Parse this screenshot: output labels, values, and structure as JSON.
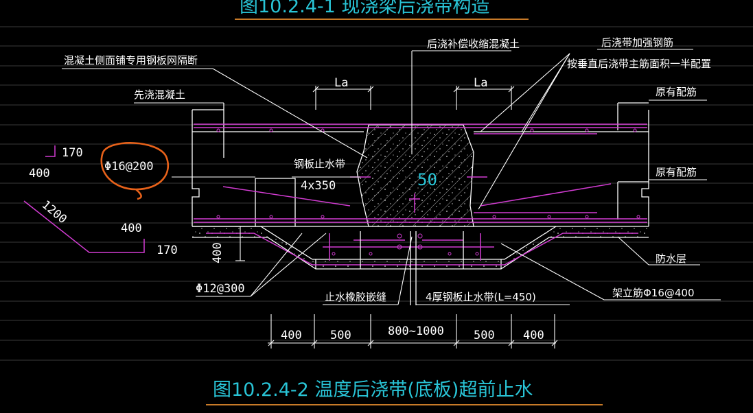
{
  "header": {
    "top_title_fragment": "图10.2.4-1 现浇梁后浇带构造",
    "bottom_title": "图10.2.4-2 温度后浇带(底板)超前止水"
  },
  "labels": {
    "shrinkage_concrete": "后浇补偿收缩混凝土",
    "reinforcing_bars": "后浇带加强钢筋",
    "reinforcing_bars_note": "按垂直后浇带主筋面积一半配置",
    "mesh_partition": "混凝土侧面铺专用钢板网隔断",
    "first_pour_concrete": "先浇混凝土",
    "original_rebar_top": "原有配筋",
    "original_rebar_mid": "原有配筋",
    "steel_waterstop": "钢板止水带",
    "steel_waterstop_size": "4x350",
    "center_number": "50",
    "la_left": "La",
    "la_right": "La",
    "rebar_annotation": "Φ16@200",
    "dim_170_top": "170",
    "dim_400_left": "400",
    "dim_1200": "1200",
    "dim_400_bend": "400",
    "dim_170_bottom": "170",
    "dim_400_vertical": "400",
    "waterproof_layer": "防水层",
    "stirrup_left": "Φ12@300",
    "rubber_joint": "止水橡胶嵌缝",
    "steel_waterstop_bottom": "4厚钢板止水带(L=450)",
    "support_bar": "架立筋Φ16@400",
    "dims_bottom": [
      "400",
      "500",
      "800~1000",
      "500",
      "400"
    ]
  },
  "colors": {
    "background": "#000000",
    "line": "#ffffff",
    "rebar": "#d23cd2",
    "title": "#29c4d6",
    "underline": "#c87a28",
    "highlight_circle": "#e8621a",
    "guide_lines": "#3a3a3a"
  }
}
